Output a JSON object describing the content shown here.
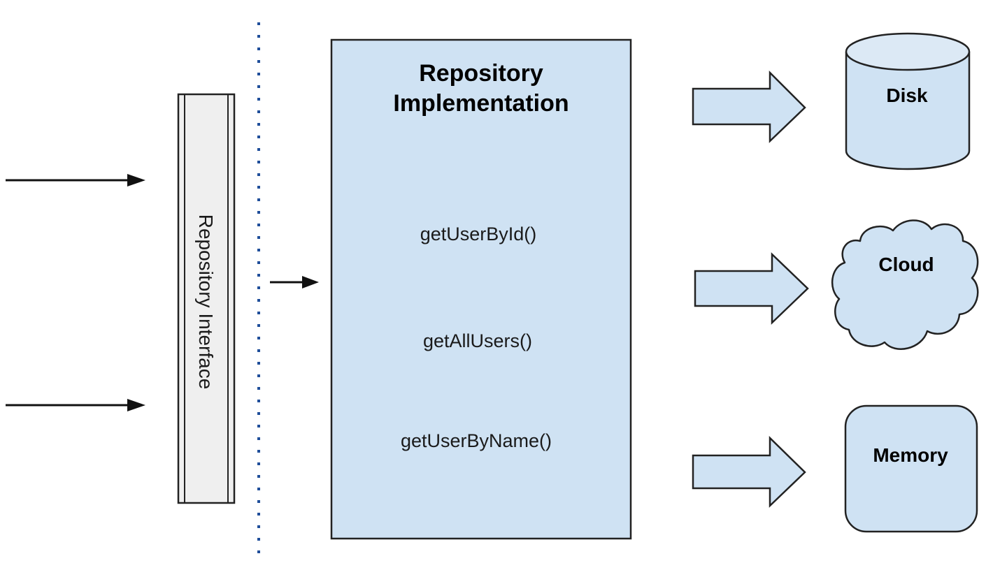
{
  "interface": {
    "label": "Repository Interface"
  },
  "implementation": {
    "title_line1": "Repository",
    "title_line2": "Implementation",
    "methods": [
      "getUserById()",
      "getAllUsers()",
      "getUserByName()"
    ]
  },
  "stores": {
    "disk": "Disk",
    "cloud": "Cloud",
    "memory": "Memory"
  },
  "colors": {
    "fill": "#cfe2f3",
    "interface_fill": "#efefef",
    "stroke": "#222222",
    "separator": "#1f4e9a"
  },
  "icons": {
    "input-arrow": "thin-right-arrow",
    "block-arrow": "block-right-arrow",
    "disk": "cylinder",
    "cloud": "cloud",
    "memory": "rounded-square"
  }
}
